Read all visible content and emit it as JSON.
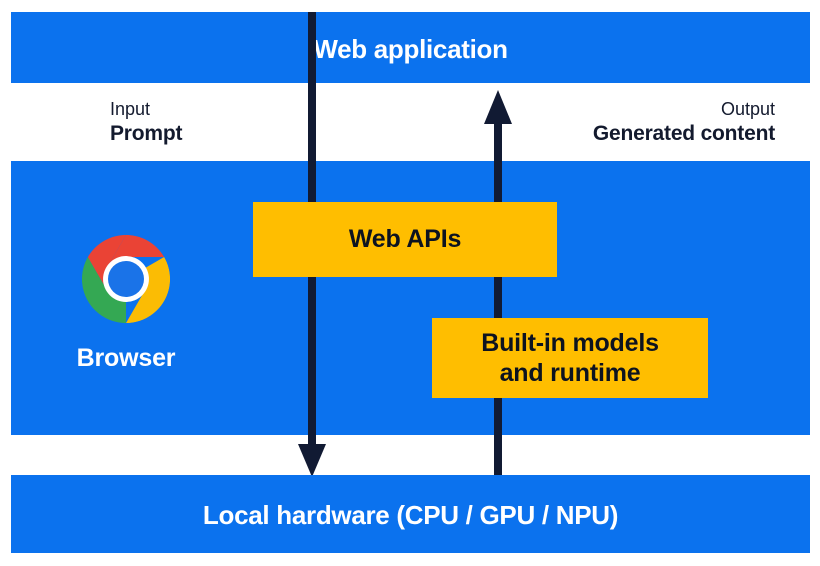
{
  "diagram": {
    "title": "Web application",
    "bands": {
      "web_application": {
        "label": "Web application"
      },
      "browser": {
        "label": "Browser"
      },
      "local_hardware": {
        "label": "Local hardware (CPU / GPU / NPU)"
      }
    },
    "io": {
      "input": {
        "kind": "Input",
        "value": "Prompt"
      },
      "output": {
        "kind": "Output",
        "value": "Generated content"
      }
    },
    "boxes": [
      {
        "label": "Web APIs"
      },
      {
        "label": "Built-in models\nand runtime"
      }
    ],
    "box_web_apis_label": "Web APIs",
    "box_models_line1": "Built-in models",
    "box_models_line2": "and runtime",
    "icons": {
      "browser": "chrome-logo-icon",
      "arrow_down": "arrow-down-icon",
      "arrow_up": "arrow-up-icon"
    },
    "colors": {
      "band_blue": "#0B72EE",
      "box_yellow": "#FFBE00",
      "arrow_navy": "#111A33",
      "text_dark": "#131A2E",
      "text_light": "#FFFFFF",
      "chrome_red": "#EA4335",
      "chrome_yellow": "#FBBC04",
      "chrome_green": "#34A853",
      "chrome_blue": "#1A73E8",
      "background": "#FFFFFF"
    }
  }
}
